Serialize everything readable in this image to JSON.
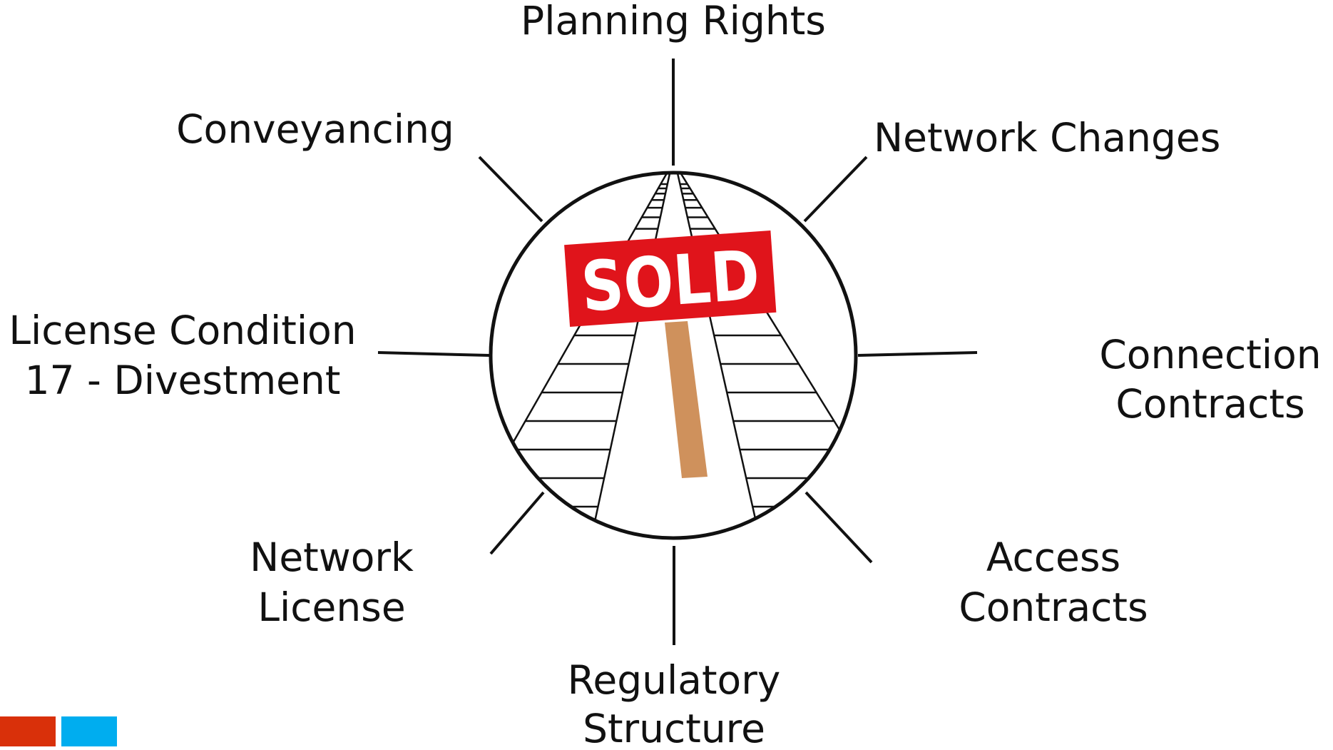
{
  "labels": {
    "planning_rights": "Planning Rights",
    "network_changes": "Network Changes",
    "connection_contracts": [
      "Connection",
      "Contracts"
    ],
    "access_contracts": [
      "Access",
      "Contracts"
    ],
    "regulatory_structure": [
      "Regulatory",
      "Structure"
    ],
    "network_license": [
      "Network",
      "License"
    ],
    "license_condition": [
      "License Condition",
      "17 - Divestment"
    ],
    "conveyancing": "Conveyancing"
  },
  "sign": {
    "text": "SOLD"
  },
  "colors": {
    "sign_red": "#e0141b",
    "post": "#cf915c",
    "line": "#111111",
    "swatch_red": "#d9300a",
    "swatch_blue": "#00adef"
  }
}
